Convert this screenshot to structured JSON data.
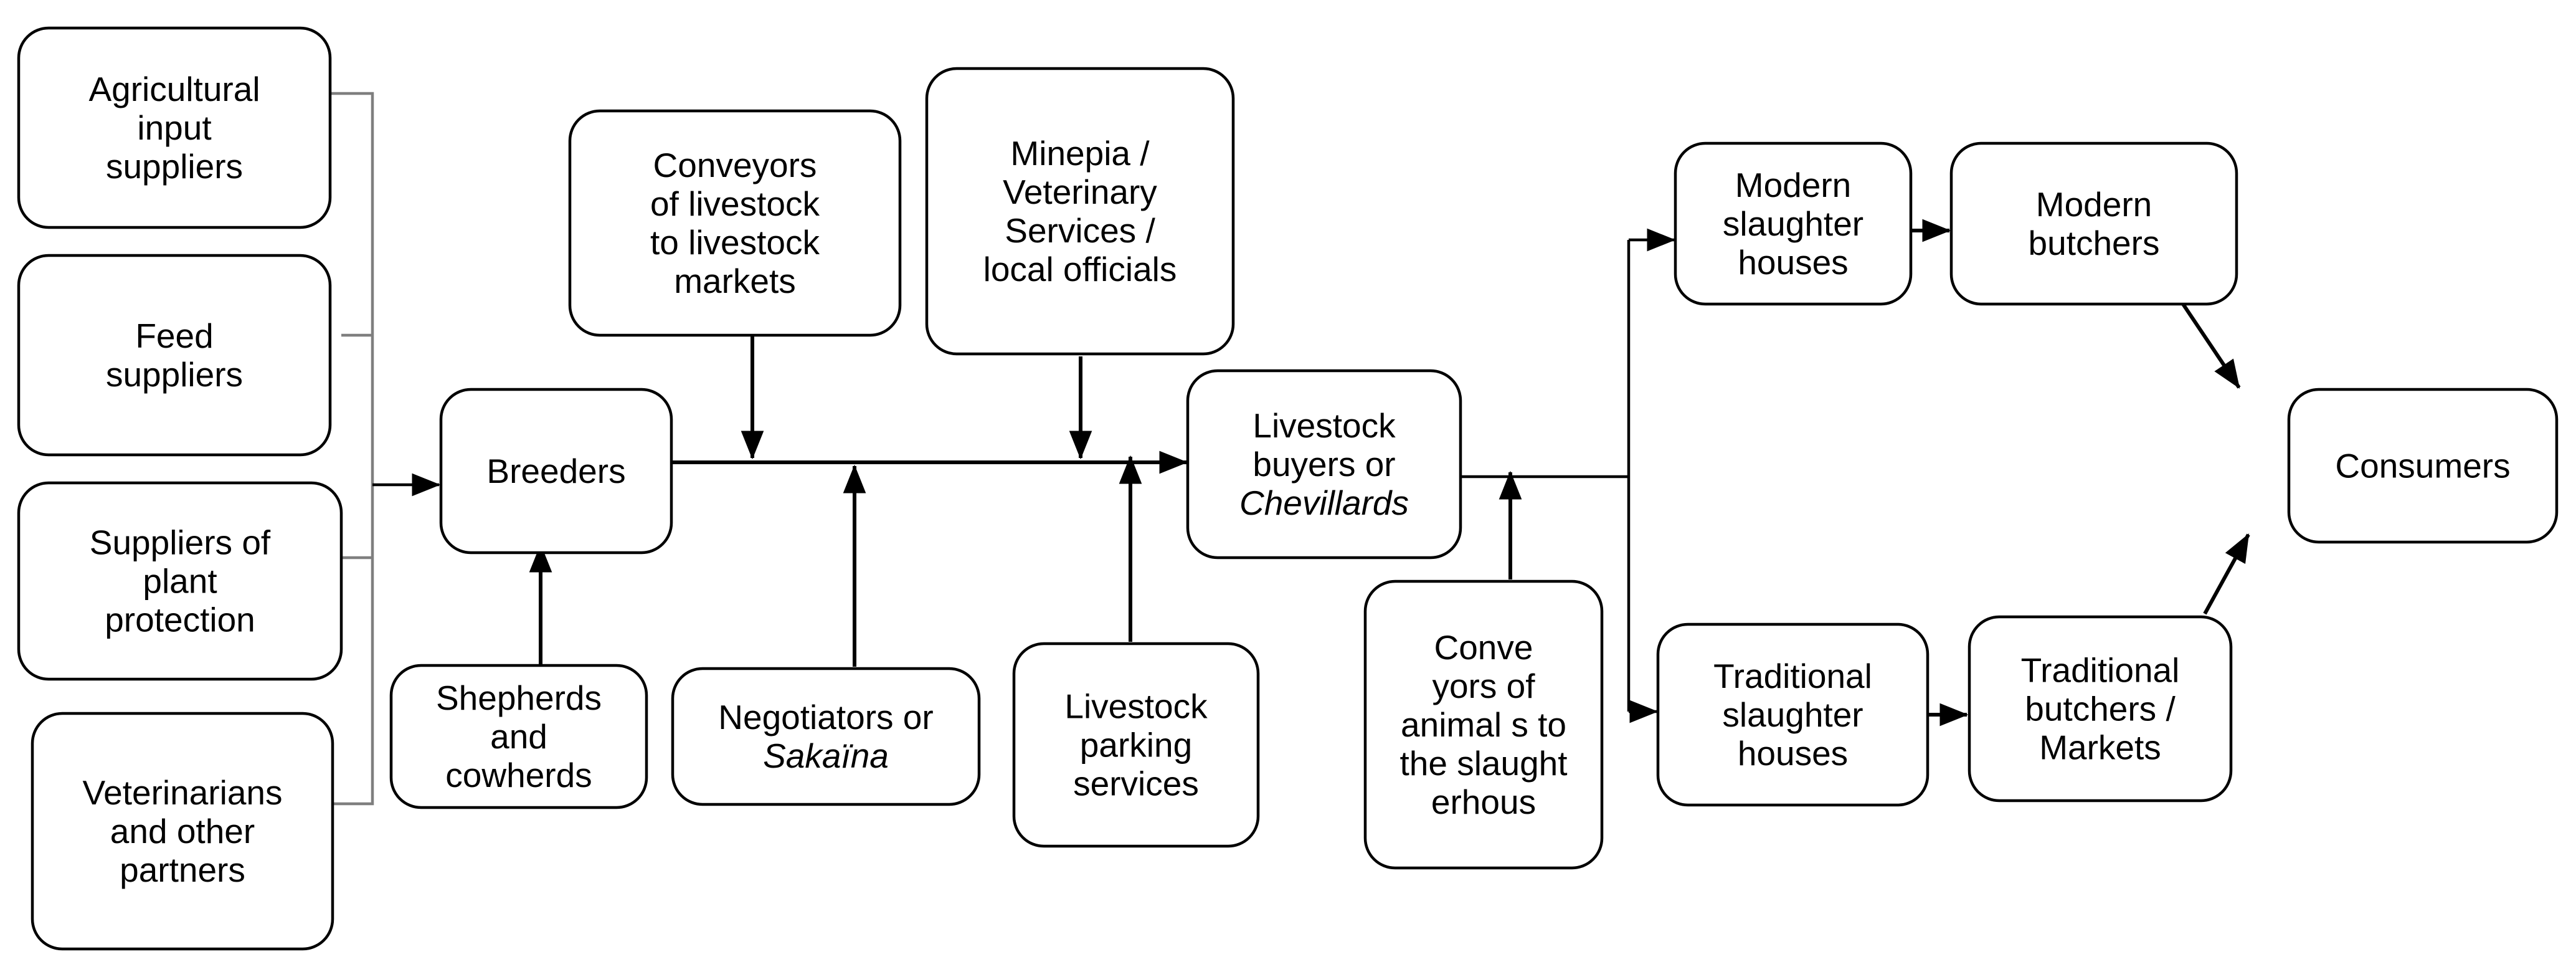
{
  "nodes": {
    "agricultural_input_suppliers": {
      "lines": [
        {
          "t": "Agricultural"
        },
        {
          "t": "input"
        },
        {
          "t": "suppliers"
        }
      ]
    },
    "feed_suppliers": {
      "lines": [
        {
          "t": "Feed"
        },
        {
          "t": "suppliers"
        }
      ]
    },
    "plant_protection_suppliers": {
      "lines": [
        {
          "t": "Suppliers of"
        },
        {
          "t": "plant"
        },
        {
          "t": "protection"
        }
      ]
    },
    "veterinarians": {
      "lines": [
        {
          "t": "Veterinarians"
        },
        {
          "t": "and other"
        },
        {
          "t": "partners"
        }
      ]
    },
    "breeders": {
      "lines": [
        {
          "t": "Breeders"
        }
      ]
    },
    "shepherds": {
      "lines": [
        {
          "t": "Shepherds"
        },
        {
          "t": "and"
        },
        {
          "t": "cowherds"
        }
      ]
    },
    "conveyors_markets": {
      "lines": [
        {
          "t": "Conveyors"
        },
        {
          "t": "of livestock"
        },
        {
          "t": "to livestock"
        },
        {
          "t": "markets"
        }
      ]
    },
    "negotiators": {
      "lines": [
        {
          "t": "Negotiators or"
        },
        {
          "t": "Sakaïna",
          "italic": true
        }
      ]
    },
    "minepia": {
      "lines": [
        {
          "t": "Minepia /"
        },
        {
          "t": "Veterinary"
        },
        {
          "t": "Services /"
        },
        {
          "t": "local officials"
        }
      ]
    },
    "parking": {
      "lines": [
        {
          "t": "Livestock"
        },
        {
          "t": "parking"
        },
        {
          "t": "services"
        }
      ]
    },
    "livestock_buyers": {
      "lines": [
        {
          "t": "Livestock"
        },
        {
          "t": "buyers or"
        },
        {
          "t": "Chevillards",
          "italic": true
        }
      ]
    },
    "conveyors_slaughter": {
      "lines": [
        {
          "t": "Conve"
        },
        {
          "t": "yors of"
        },
        {
          "t": "animal s to"
        },
        {
          "t": "the slaught"
        },
        {
          "t": "erhous"
        }
      ]
    },
    "modern_slaughter": {
      "lines": [
        {
          "t": "Modern"
        },
        {
          "t": "slaughter"
        },
        {
          "t": "houses"
        }
      ]
    },
    "modern_butchers": {
      "lines": [
        {
          "t": "Modern"
        },
        {
          "t": "butchers"
        }
      ]
    },
    "traditional_slaughter": {
      "lines": [
        {
          "t": "Traditional"
        },
        {
          "t": "slaughter"
        },
        {
          "t": "houses"
        }
      ]
    },
    "traditional_butchers": {
      "lines": [
        {
          "t": "Traditional"
        },
        {
          "t": "butchers /"
        },
        {
          "t": "Markets"
        }
      ]
    },
    "consumers": {
      "lines": [
        {
          "t": "Consumers"
        }
      ]
    }
  }
}
